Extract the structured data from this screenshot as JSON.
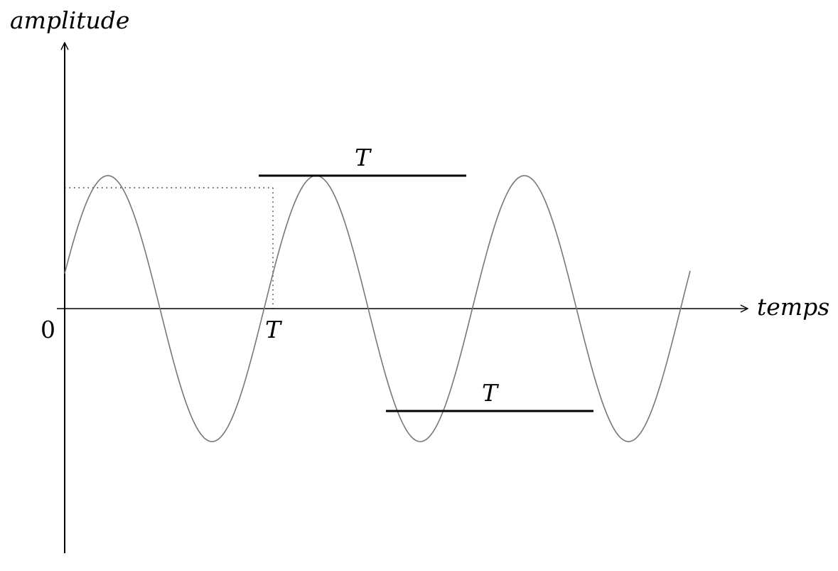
{
  "axes": {
    "y_label": "amplitude",
    "x_label": "temps",
    "origin_label": "0"
  },
  "annotations": {
    "period_axis_label": "T",
    "period_top_label": "T",
    "period_bottom_label": "T"
  },
  "colors": {
    "axis": "#000000",
    "wave": "#777777",
    "period_bar": "#000000",
    "guide": "#000000"
  },
  "wave": {
    "function": "cosine",
    "cycles_shown": 3
  }
}
